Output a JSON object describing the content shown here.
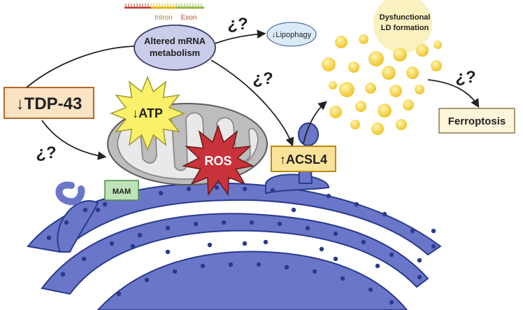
{
  "mrna": {
    "label_line1": "Altered mRNA",
    "label_line2": "metabolism",
    "intron_label": "Intron",
    "exon_label": "Exon"
  },
  "tdp43": {
    "label": "↓TDP-43"
  },
  "atp": {
    "label": "↓ATP"
  },
  "ros": {
    "label": "ROS"
  },
  "mam": {
    "label": "MAM"
  },
  "acsl4": {
    "label": "↑ACSL4"
  },
  "lipophagy": {
    "label": "↓Lipophagy"
  },
  "ld": {
    "label_line1": "Dysfunctional",
    "label_line2": "LD formation"
  },
  "ferroptosis": {
    "label": "Ferroptosis"
  },
  "question": {
    "mark": "¿?"
  },
  "colors": {
    "er": "#6a77c9",
    "er_dark": "#2a3a8c",
    "tdp_box": "#fbe3c4",
    "tdp_border": "#b06a2a",
    "acsl4_box": "#fbe39a",
    "acsl4_border": "#b88a1a",
    "mam_box": "#bfe2b8",
    "mam_border": "#4a8a4a",
    "mrna_fill": "#c9cdea",
    "lipophagy_fill": "#dbeaf8",
    "ld_cloud": "#f8f0b8",
    "lipid": "#f4d23a",
    "ros": "#c8323a",
    "atp": "#fbf06a",
    "ferro_box": "#fdf5dc"
  }
}
